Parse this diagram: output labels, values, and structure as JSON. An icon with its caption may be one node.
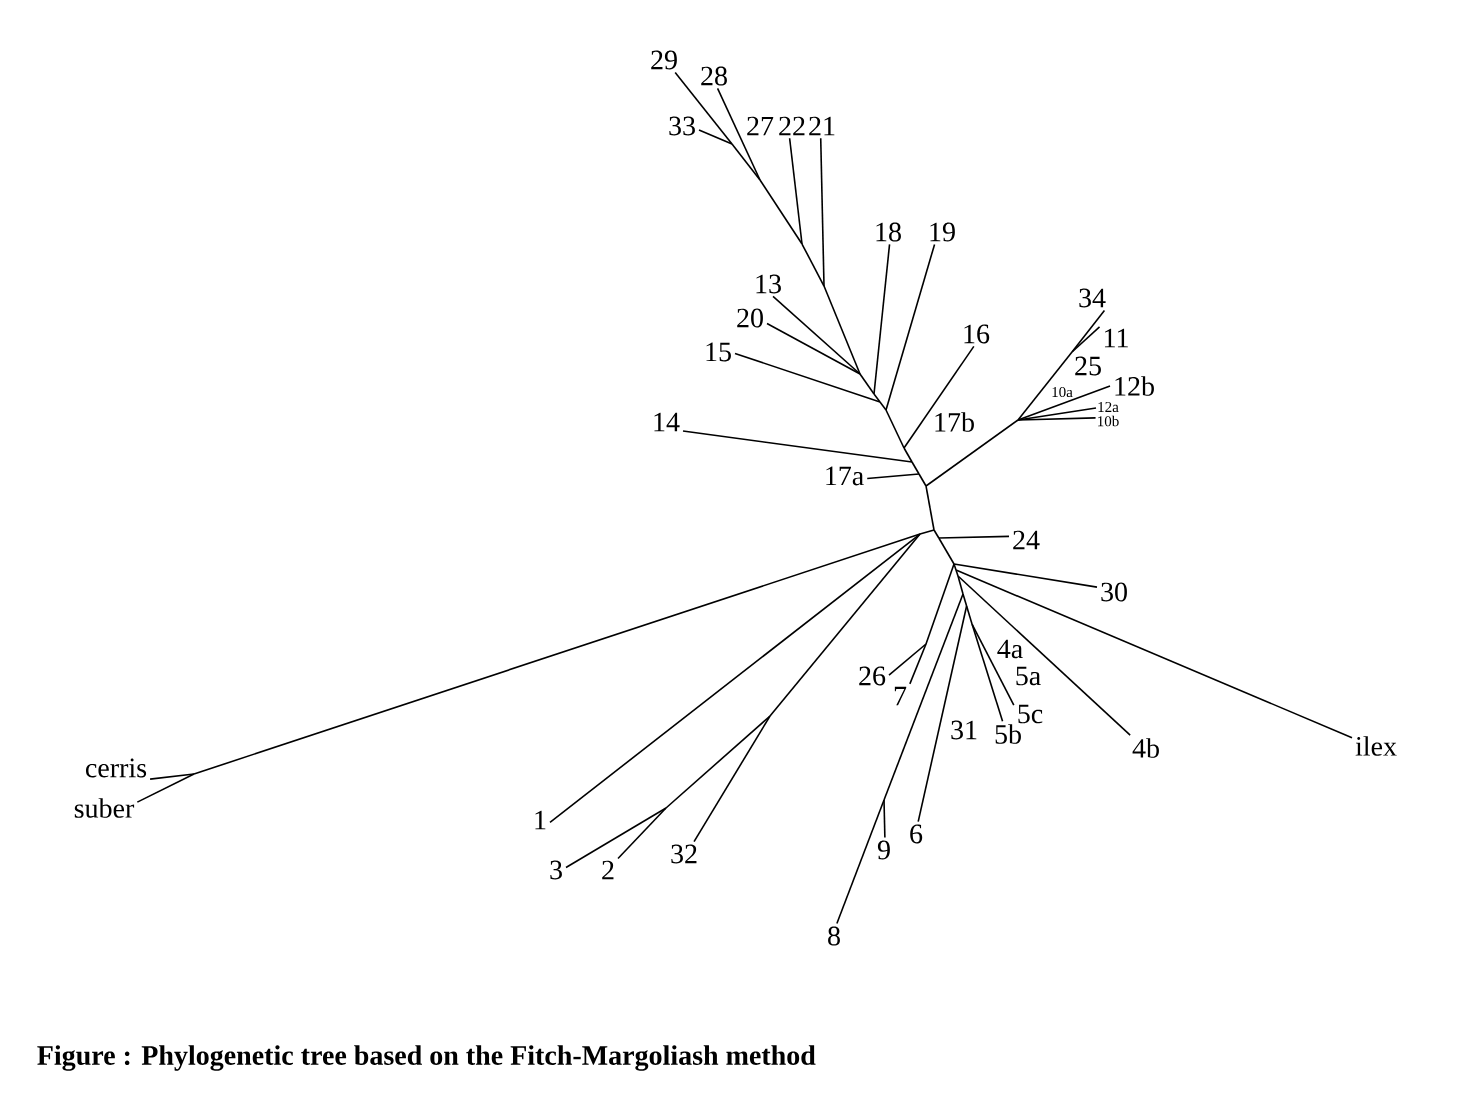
{
  "diagram": {
    "caption": "Figure : Phylogenetic tree based on the Fitch-Margoliash method",
    "nodes": [
      {
        "text": [
          "29"
        ]
      },
      {
        "text": [
          "28"
        ]
      },
      {
        "text": [
          "33"
        ]
      },
      {
        "text": [
          "22"
        ]
      },
      {
        "text": [
          "21"
        ]
      },
      {
        "text": [
          "18"
        ]
      },
      {
        "text": [
          "19"
        ]
      },
      {
        "text": [
          "13"
        ]
      },
      {
        "text": [
          "34"
        ]
      },
      {
        "text": [
          "20"
        ]
      },
      {
        "text": [
          "16"
        ]
      },
      {
        "text": [
          "11"
        ]
      },
      {
        "text": [
          "15"
        ]
      },
      {
        "text": [
          "12b"
        ]
      },
      {
        "text": [
          "12a"
        ]
      },
      {
        "text": [
          "14"
        ]
      },
      {
        "text": [
          "10b"
        ]
      },
      {
        "text": [
          "17a"
        ]
      },
      {
        "text": [
          "24"
        ]
      },
      {
        "text": [
          "30"
        ]
      },
      {
        "text": [
          "26"
        ]
      },
      {
        "text": [
          "7"
        ]
      },
      {
        "text": [
          "5c"
        ]
      },
      {
        "text": [
          "5b"
        ]
      },
      {
        "text": [
          "4b"
        ]
      },
      {
        "text": [
          "ilex"
        ]
      },
      {
        "text": [
          "cerris"
        ]
      },
      {
        "text": [
          "suber"
        ]
      },
      {
        "text": [
          "1"
        ]
      },
      {
        "text": [
          "6"
        ]
      },
      {
        "text": [
          "9"
        ]
      },
      {
        "text": [
          "32"
        ]
      },
      {
        "text": [
          "3"
        ]
      },
      {
        "text": [
          "2"
        ]
      },
      {
        "text": [
          "8"
        ]
      }
    ],
    "edges": [
      {
        "from": null,
        "to": 0,
        "arrow": "none"
      },
      {
        "from": null,
        "to": 1,
        "arrow": "none"
      },
      {
        "from": null,
        "to": 2,
        "arrow": "none"
      },
      {
        "from": null,
        "to": 3,
        "arrow": "none"
      },
      {
        "from": null,
        "to": 4,
        "arrow": "none"
      },
      {
        "from": null,
        "to": 5,
        "arrow": "none"
      },
      {
        "from": null,
        "to": 6,
        "arrow": "none"
      },
      {
        "from": null,
        "to": 7,
        "arrow": "none"
      },
      {
        "from": null,
        "to": 8,
        "arrow": "none"
      },
      {
        "from": null,
        "to": 9,
        "arrow": "none"
      },
      {
        "from": null,
        "to": 10,
        "arrow": "none"
      },
      {
        "from": null,
        "to": 11,
        "arrow": "none"
      },
      {
        "from": null,
        "to": 12,
        "arrow": "none"
      },
      {
        "from": null,
        "to": 13,
        "arrow": "none"
      },
      {
        "from": null,
        "to": 14,
        "arrow": "none"
      },
      {
        "from": null,
        "to": 15,
        "arrow": "none"
      },
      {
        "from": null,
        "to": 16,
        "arrow": "none"
      },
      {
        "from": null,
        "to": 17,
        "arrow": "none"
      },
      {
        "from": null,
        "to": 18,
        "arrow": "none"
      },
      {
        "from": null,
        "to": 19,
        "arrow": "none"
      },
      {
        "from": null,
        "to": 20,
        "arrow": "none"
      },
      {
        "from": null,
        "to": 21,
        "arrow": "none"
      },
      {
        "from": null,
        "to": 22,
        "arrow": "none"
      },
      {
        "from": null,
        "to": 23,
        "arrow": "none"
      },
      {
        "from": null,
        "to": 24,
        "arrow": "none"
      },
      {
        "from": null,
        "to": 25,
        "arrow": "none"
      },
      {
        "from": null,
        "to": 26,
        "arrow": "none"
      },
      {
        "from": null,
        "to": 27,
        "arrow": "none"
      },
      {
        "from": null,
        "to": 28,
        "arrow": "none"
      },
      {
        "from": null,
        "to": 29,
        "arrow": "none"
      },
      {
        "from": null,
        "to": 30,
        "arrow": "none"
      },
      {
        "from": null,
        "to": 31,
        "arrow": "none"
      },
      {
        "from": null,
        "to": 32,
        "arrow": "none"
      },
      {
        "from": null,
        "to": 33,
        "arrow": "none"
      },
      {
        "from": null,
        "to": 34,
        "arrow": "none"
      }
    ],
    "labels": [
      "27",
      "25",
      "10a",
      "17b",
      "4a",
      "5a",
      "31"
    ]
  }
}
